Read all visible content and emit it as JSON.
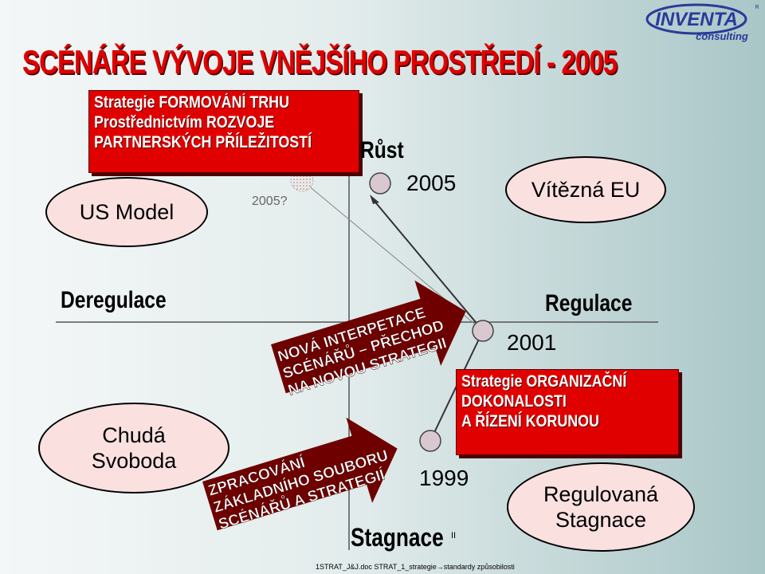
{
  "title": "SCÉNÁŘE VÝVOJE VNĚJŠÍHO PROSTŘEDÍ - 2005",
  "logo": {
    "text_main": "INVENTA",
    "text_sub": "consulting",
    "mark": "R"
  },
  "strategy_formovani": [
    "Strategie FORMOVÁNÍ TRHU",
    "Prostřednictvím ROZVOJE",
    "PARTNERSKÝCH PŘÍLEŽITOSTÍ"
  ],
  "strategy_organizacni": [
    "Strategie ORGANIZAČNÍ",
    "DOKONALOSTI",
    "A  ŘÍZENÍ  KORUNOU"
  ],
  "ellipses": {
    "us_model": "US Model",
    "vitezna_eu": "Vítězná EU",
    "chuda_svoboda": [
      "Chudá",
      "Svoboda"
    ],
    "regulovana_stagnace": [
      "Regulovaná",
      "Stagnace"
    ]
  },
  "axes": {
    "left": "Deregulace",
    "right": "Regulace",
    "top": "Růst",
    "bottom": "Stagnace"
  },
  "years": {
    "y2005q": "2005?",
    "y2005": "2005",
    "y2001": "2001",
    "y1999": "1999"
  },
  "arrows": {
    "nova": [
      "NOVÁ INTERPETACE",
      "SCÉNÁŘŮ – PŘECHOD",
      "NA NOVOU STRATEGII"
    ],
    "zpracovani": [
      "ZPRACOVÁNÍ",
      "ZÁKLADNÍHO SOUBORU",
      "SCÉNÁŘŮ A STRATEGIÍ"
    ]
  },
  "stagnace_mark": "II",
  "footer": "1STRAT_J&J.doc STRAT_1_strategie→standardy způsobilosti",
  "colors": {
    "red": "#e00000",
    "dark_red": "#6e0000",
    "ellipse_fill": "#fbe0e0",
    "logo_blue": "#2a3a9a"
  }
}
